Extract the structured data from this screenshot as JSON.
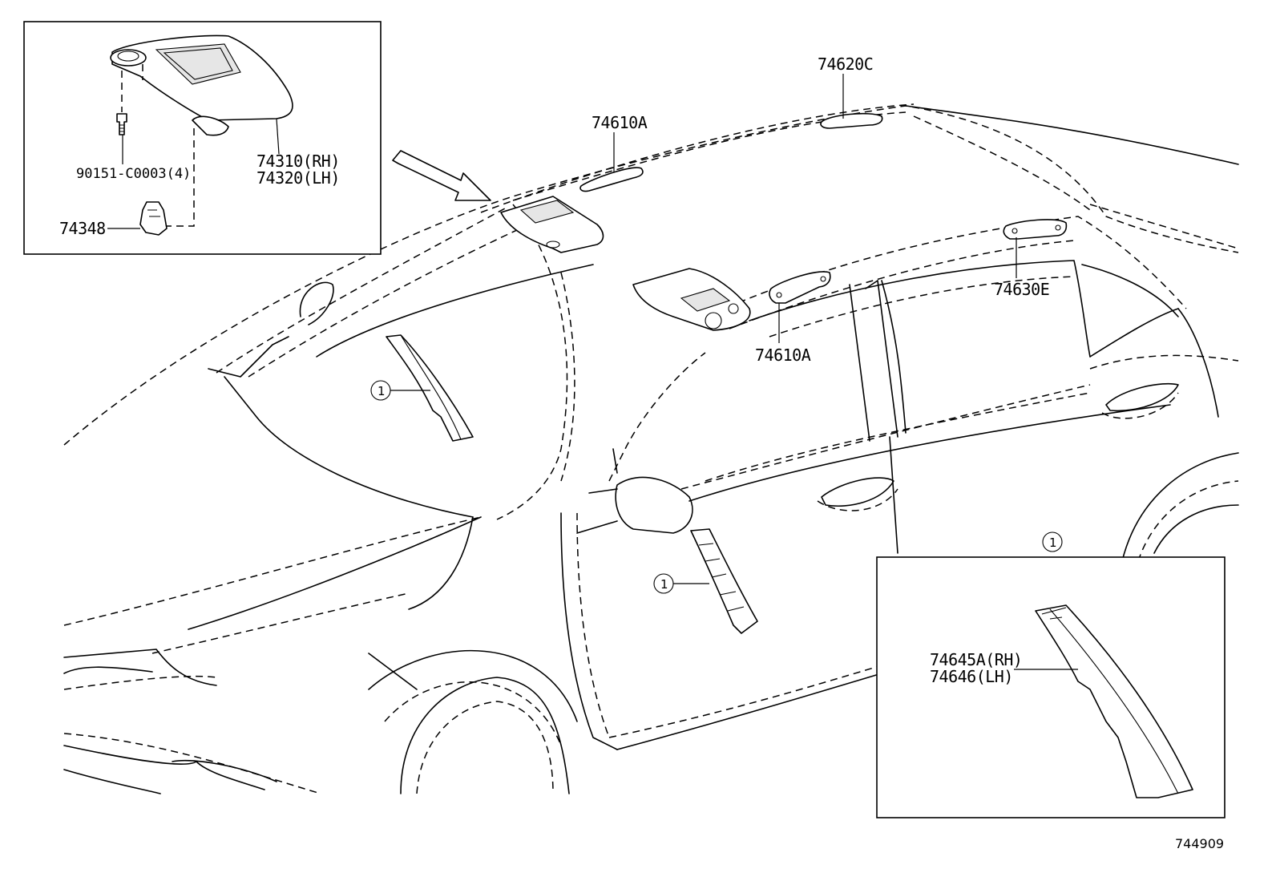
{
  "labels": {
    "screw": "90151-C0003(4)",
    "visor_rh": "74310(RH)",
    "visor_lh": "74320(LH)",
    "holder": "74348",
    "grip_front_top": "74610A",
    "grip_rear": "74620C",
    "grip_front_side": "74610A",
    "grip_side_rear": "74630E",
    "pillar_rh": "74645A(RH)",
    "pillar_lh": "74646(LH)"
  },
  "callouts": [
    "1",
    "1",
    "1"
  ],
  "diagram_id": "744909"
}
